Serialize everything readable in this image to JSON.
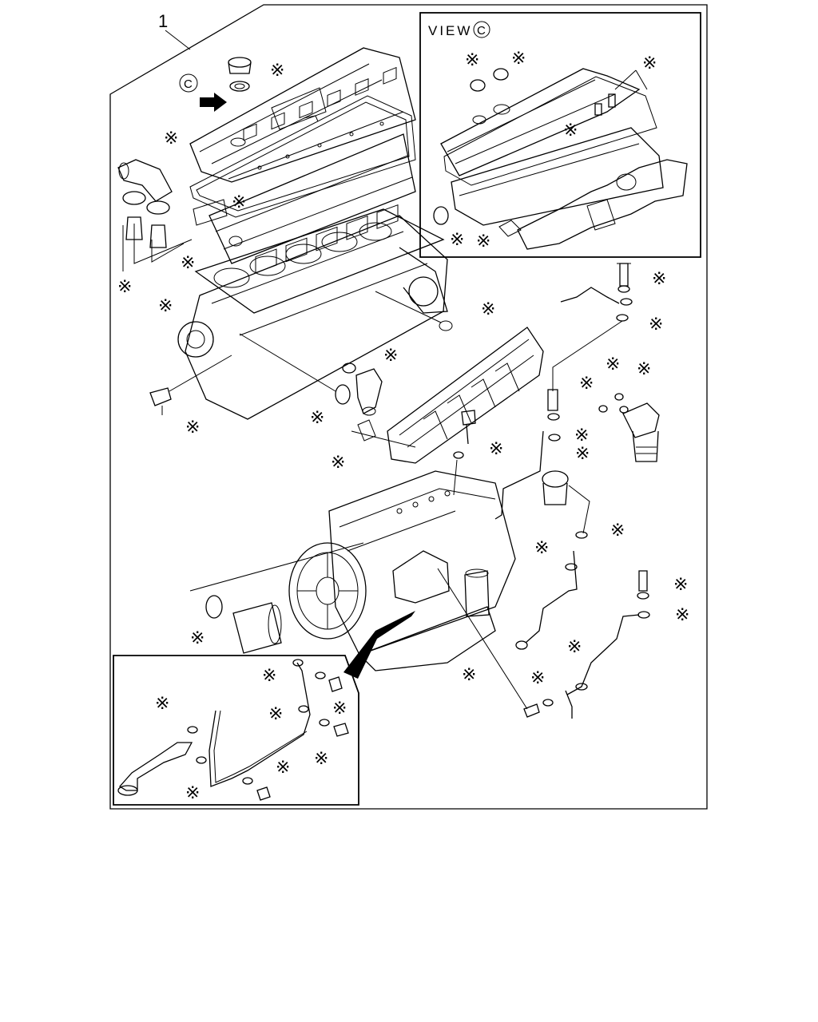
{
  "diagram": {
    "item_number": "1",
    "view_caption": "VIEW",
    "view_letter": "C",
    "arrow_letter": "C",
    "kit_marker": "※"
  }
}
